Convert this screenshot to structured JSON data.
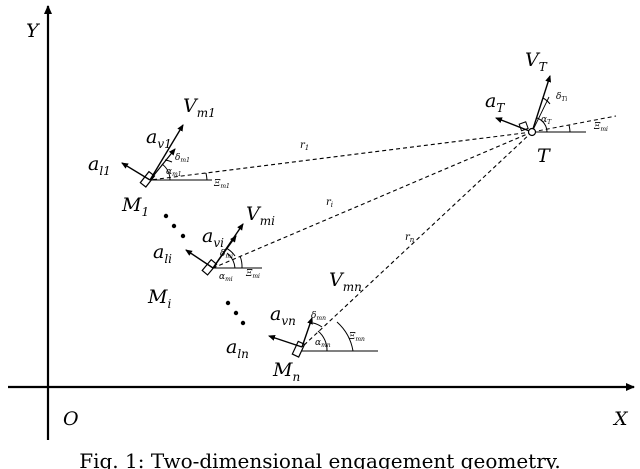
{
  "axes": {
    "y_label": "Y",
    "x_label": "X",
    "origin_label": "O"
  },
  "target": {
    "label": "T",
    "velocity": "V",
    "velocity_sub": "T",
    "accel": "a",
    "accel_sub": "T",
    "alpha": "α",
    "alpha_sub": "T",
    "delta": "δ",
    "delta_sub": "Ti",
    "xi": "Ξ",
    "xi_sub": "mi"
  },
  "missile_1": {
    "label": "M",
    "label_sub": "1",
    "velocity": "V",
    "velocity_sub": "m1",
    "accel_v": "a",
    "accel_v_sub": "v1",
    "accel_l": "a",
    "accel_l_sub": "l1",
    "delta": "δ",
    "delta_sub": "m1",
    "alpha": "α",
    "alpha_sub": "m1",
    "xi": "Ξ",
    "xi_sub": "m1",
    "range": "r",
    "range_sub": "1"
  },
  "missile_i": {
    "label": "M",
    "label_sub": "i",
    "velocity": "V",
    "velocity_sub": "mi",
    "accel_v": "a",
    "accel_v_sub": "vi",
    "accel_l": "a",
    "accel_l_sub": "li",
    "delta": "δ",
    "delta_sub": "mi",
    "alpha": "α",
    "alpha_sub": "mi",
    "xi": "Ξ",
    "xi_sub": "mi",
    "range": "r",
    "range_sub": "i"
  },
  "missile_n": {
    "label": "M",
    "label_sub": "n",
    "velocity": "V",
    "velocity_sub": "mn",
    "accel_v": "a",
    "accel_v_sub": "vn",
    "accel_l": "a",
    "accel_l_sub": "ln",
    "delta": "δ",
    "delta_sub": "mn",
    "alpha": "α",
    "alpha_sub": "mn",
    "xi": "Ξ",
    "xi_sub": "mn",
    "range": "r",
    "range_sub": "n"
  },
  "caption": "Fig. 1: Two-dimensional engagement geometry."
}
